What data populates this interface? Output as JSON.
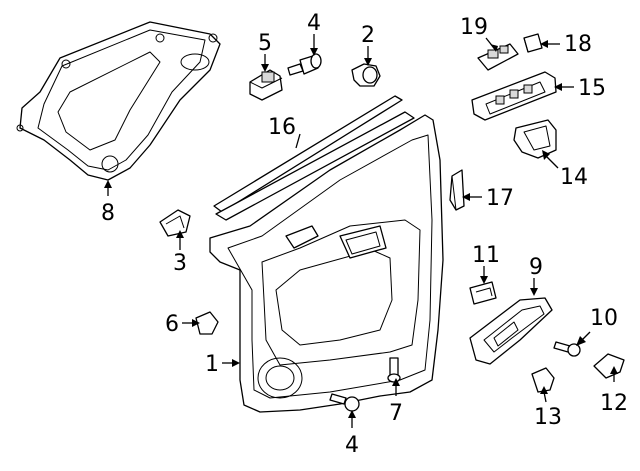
{
  "diagram": {
    "callouts": [
      {
        "id": "c1",
        "text": "1"
      },
      {
        "id": "c2",
        "text": "2"
      },
      {
        "id": "c3",
        "text": "3"
      },
      {
        "id": "c4a",
        "text": "4"
      },
      {
        "id": "c4b",
        "text": "4"
      },
      {
        "id": "c5",
        "text": "5"
      },
      {
        "id": "c6",
        "text": "6"
      },
      {
        "id": "c7",
        "text": "7"
      },
      {
        "id": "c8",
        "text": "8"
      },
      {
        "id": "c9",
        "text": "9"
      },
      {
        "id": "c10",
        "text": "10"
      },
      {
        "id": "c11",
        "text": "11"
      },
      {
        "id": "c12",
        "text": "12"
      },
      {
        "id": "c13",
        "text": "13"
      },
      {
        "id": "c14",
        "text": "14"
      },
      {
        "id": "c15",
        "text": "15"
      },
      {
        "id": "c16",
        "text": "16"
      },
      {
        "id": "c17",
        "text": "17"
      },
      {
        "id": "c18",
        "text": "18"
      },
      {
        "id": "c19",
        "text": "19"
      }
    ]
  }
}
